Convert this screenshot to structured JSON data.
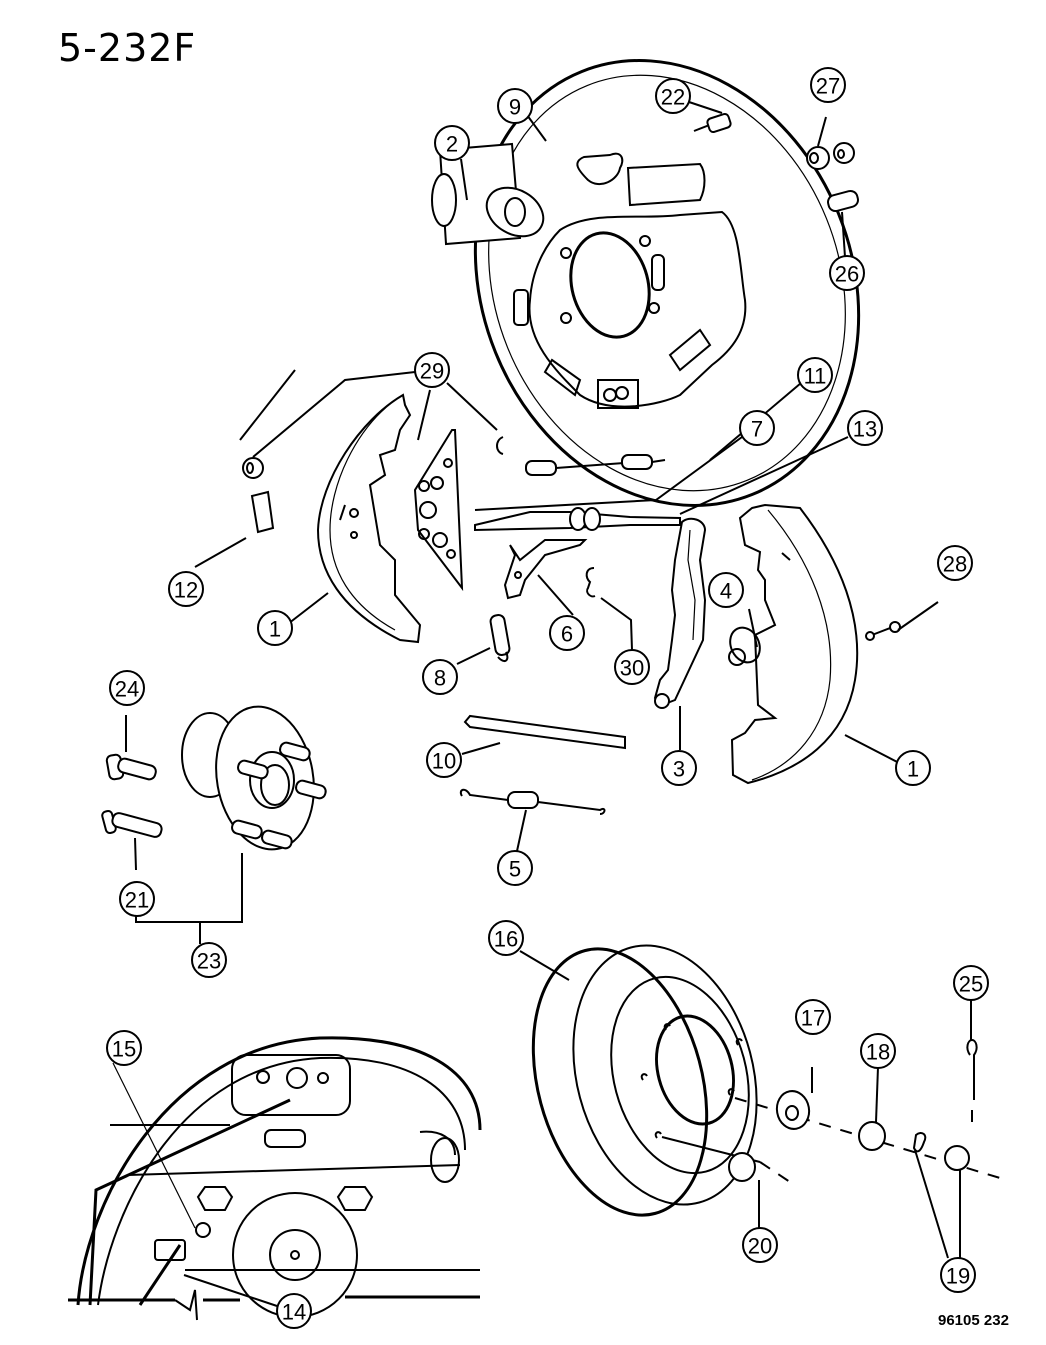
{
  "diagram": {
    "title": "5-232F",
    "footer_code": "96105  232",
    "line_color": "#000000",
    "background_color": "#ffffff",
    "parts": [
      {
        "id": "p1a",
        "label": "1",
        "name": "brake-shoe-left"
      },
      {
        "id": "p1b",
        "label": "1",
        "name": "brake-shoe-right"
      },
      {
        "id": "p2",
        "label": "2",
        "name": "wheel-cylinder"
      },
      {
        "id": "p3",
        "label": "3",
        "name": "parking-brake-lever"
      },
      {
        "id": "p4",
        "label": "4",
        "name": "hold-down-spring"
      },
      {
        "id": "p5",
        "label": "5",
        "name": "lower-return-spring"
      },
      {
        "id": "p6",
        "label": "6",
        "name": "adjuster-lever"
      },
      {
        "id": "p7",
        "label": "7",
        "name": "adjuster-screw"
      },
      {
        "id": "p8",
        "label": "8",
        "name": "adjuster-spring"
      },
      {
        "id": "p9",
        "label": "9",
        "name": "backing-plate"
      },
      {
        "id": "p10",
        "label": "10",
        "name": "parking-brake-strut"
      },
      {
        "id": "p11",
        "label": "11",
        "name": "upper-return-spring"
      },
      {
        "id": "p12",
        "label": "12",
        "name": "clip"
      },
      {
        "id": "p13",
        "label": "13",
        "name": "strut-assembly"
      },
      {
        "id": "p14",
        "label": "14",
        "name": "wheel-speed-sensor-cable"
      },
      {
        "id": "p15",
        "label": "15",
        "name": "sensor-bolt"
      },
      {
        "id": "p16",
        "label": "16",
        "name": "brake-drum"
      },
      {
        "id": "p17",
        "label": "17",
        "name": "washer"
      },
      {
        "id": "p18",
        "label": "18",
        "name": "hub-nut"
      },
      {
        "id": "p19",
        "label": "19",
        "name": "nut-retainer"
      },
      {
        "id": "p20",
        "label": "20",
        "name": "wheel-nut"
      },
      {
        "id": "p21",
        "label": "21",
        "name": "wheel-stud"
      },
      {
        "id": "p22",
        "label": "22",
        "name": "bleeder-screw"
      },
      {
        "id": "p23",
        "label": "23",
        "name": "hub-and-bearing"
      },
      {
        "id": "p24",
        "label": "24",
        "name": "stud-bolt"
      },
      {
        "id": "p25",
        "label": "25",
        "name": "cotter-pin"
      },
      {
        "id": "p26",
        "label": "26",
        "name": "plug"
      },
      {
        "id": "p27",
        "label": "27",
        "name": "grommets"
      },
      {
        "id": "p28",
        "label": "28",
        "name": "hold-down-pin"
      },
      {
        "id": "p29",
        "label": "29",
        "name": "shoe-hardware"
      },
      {
        "id": "p30",
        "label": "30",
        "name": "spring-clip"
      }
    ]
  }
}
